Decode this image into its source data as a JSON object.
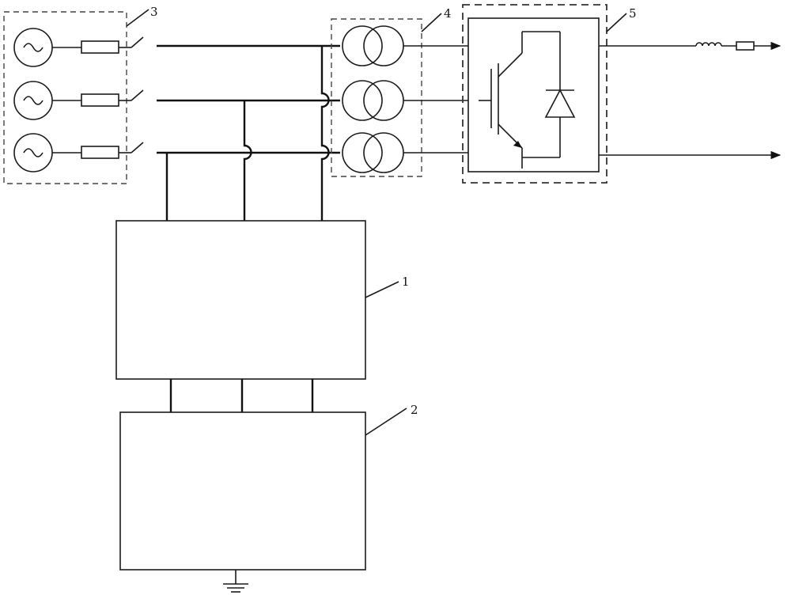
{
  "labels": {
    "block1": "1",
    "block2": "2",
    "sources": "3",
    "transformers": "4",
    "converter": "5"
  }
}
